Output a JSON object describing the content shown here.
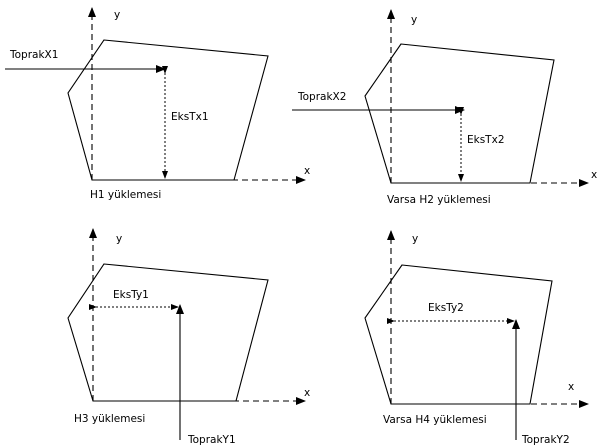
{
  "panels": [
    {
      "axis_x": "x",
      "axis_y": "y",
      "caption": "H1 yüklemesi",
      "load_label": "ToprakX1",
      "eccentricity_label": "EksTx1"
    },
    {
      "axis_x": "x",
      "axis_y": "y",
      "caption": "Varsa H2 yüklemesi",
      "load_label": "ToprakX2",
      "eccentricity_label": "EksTx2"
    },
    {
      "axis_x": "x",
      "axis_y": "y",
      "caption": "H3 yüklemesi",
      "load_label": "ToprakY1",
      "eccentricity_label": "EksTy1"
    },
    {
      "axis_x": "x",
      "axis_y": "y",
      "caption": "Varsa H4 yüklemesi",
      "load_label": "ToprakY2",
      "eccentricity_label": "EksTy2"
    }
  ]
}
